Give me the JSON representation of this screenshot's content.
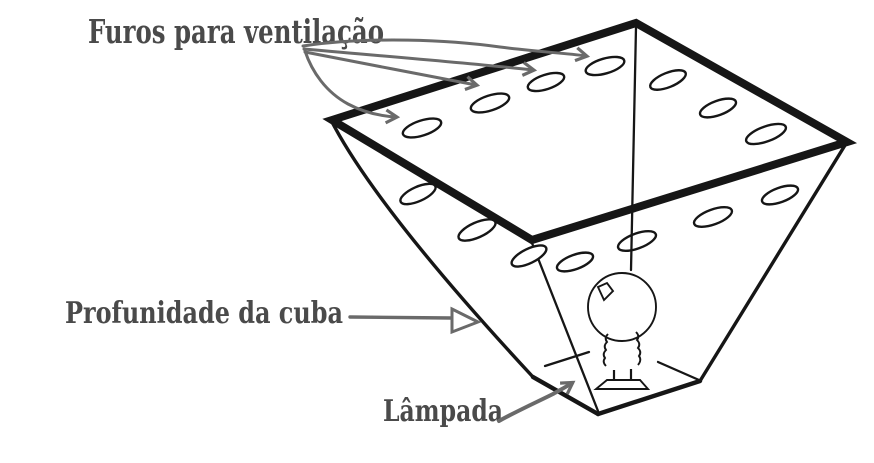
{
  "labels": {
    "ventilation": "Furos para ventilação",
    "depth": "Profunidade da cuba",
    "lamp": "Lâmpada"
  },
  "colors": {
    "ink": "#161616",
    "label_text": "#4a4a4a",
    "annotation": "#6a6a6a",
    "background": "#ffffff"
  },
  "diagram": {
    "type": "hand-drawn technical illustration",
    "subject": "Inverted pyramidal vat (cuba) with ventilation holes and a lamp at the bottom",
    "ventilation_holes_count": 14,
    "callouts": [
      {
        "label": "Furos para ventilação",
        "arrows": 4,
        "points_to": "holes along inner top rim"
      },
      {
        "label": "Profunidade da cuba",
        "arrows": 1,
        "points_to": "slanted left wall (depth of the vat)"
      },
      {
        "label": "Lâmpada",
        "arrows": 1,
        "points_to": "light bulb at the bottom"
      }
    ]
  }
}
